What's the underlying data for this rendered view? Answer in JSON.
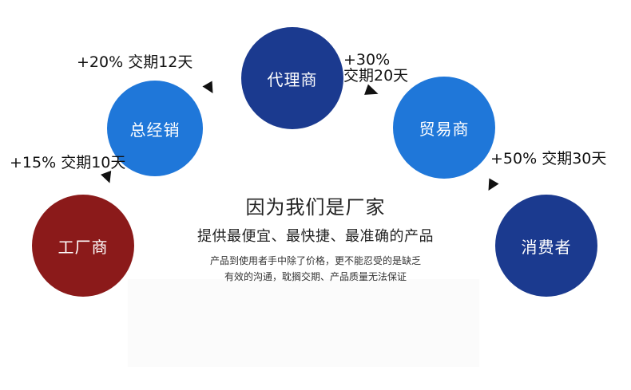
{
  "nodes": {
    "factory": {
      "label": "工厂商",
      "color": "#8b1a1a"
    },
    "distributor": {
      "label": "总经销",
      "color": "#1f77d9"
    },
    "agent": {
      "label": "代理商",
      "color": "#1b3a8f"
    },
    "trader": {
      "label": "贸易商",
      "color": "#1f77d9"
    },
    "consumer": {
      "label": "消费者",
      "color": "#1b3a8f"
    }
  },
  "markups": {
    "m1": "+15%  交期10天",
    "m2": "+20% 交期12天",
    "m3_line1": "+30%",
    "m3_line2": "交期20天",
    "m4": "+50% 交期30天"
  },
  "center": {
    "title": "因为我们是厂家",
    "subtitle": "提供最便宜、最快捷、最准确的产品",
    "note_line1": "产品到使用者手中除了价格，更不能忍受的是缺乏",
    "note_line2": "有效的沟通，耽搁交期、产品质量无法保证"
  }
}
